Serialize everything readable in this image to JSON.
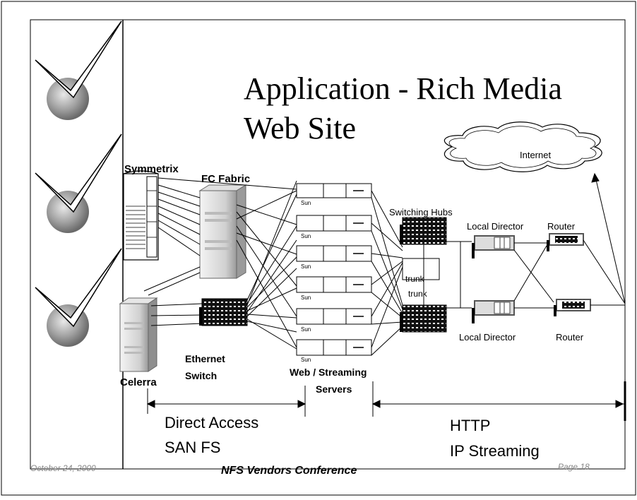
{
  "slide": {
    "title_line1": "Application - Rich Media",
    "title_line2": "Web Site",
    "footer": {
      "date": "October 24, 2000",
      "conference": "NFS Vendors Conference",
      "page": "Page 18"
    }
  },
  "diagram": {
    "labels": {
      "symmetrix": "Symmetrix",
      "fc_fabric": "FC Fabric",
      "celerra": "Celerra",
      "ethernet_switch_line1": "Ethernet",
      "ethernet_switch_line2": "Switch",
      "servers_line1": "Web / Streaming",
      "servers_line2": "Servers",
      "switching_hubs": "Switching Hubs",
      "trunk_top": "trunk",
      "trunk_bottom": "trunk",
      "local_director_top": "Local Director",
      "local_director_bottom": "Local Director",
      "router_top": "Router",
      "router_bottom": "Router",
      "internet": "Internet",
      "server_brand": "Sun",
      "server_dash": "—"
    },
    "zones": {
      "left_line1": "Direct Access",
      "left_line2": "SAN FS",
      "right_line1": "HTTP",
      "right_line2": "IP Streaming"
    }
  }
}
